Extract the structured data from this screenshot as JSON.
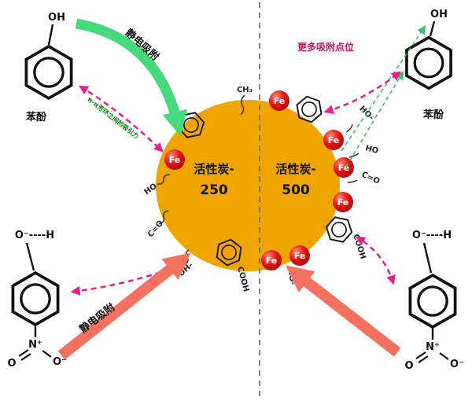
{
  "colors": {
    "carbon_fill": "#F0A400",
    "fe_red": "#E41210",
    "green_arrow": "#44D97B",
    "green_dashed": "#35C06A",
    "pink_dashed": "#EA1C8E",
    "salmon_arrow": "#F4705F",
    "divider_gray": "#666666"
  },
  "center": {
    "left_name": "活性炭-",
    "left_temp": "250",
    "right_name": "活性炭-",
    "right_temp": "500"
  },
  "labels": {
    "fe": "Fe",
    "phenol": "苯酚",
    "oh": "OH",
    "hbond": "O⁻----H",
    "n_plus": "N⁺",
    "o": "O",
    "o_minus": "O⁻"
  },
  "annotations": {
    "electrostatic": "静电吸附",
    "pi_pi": "π-π芳环之间的吸引力",
    "more_sites": "更多吸附点位"
  },
  "groups": {
    "ch3": "CH₃",
    "ho": "HO",
    "co": "C=O",
    "oh_minus": "OH-",
    "cooh": "COOH",
    "ho_minus": "HO-"
  }
}
